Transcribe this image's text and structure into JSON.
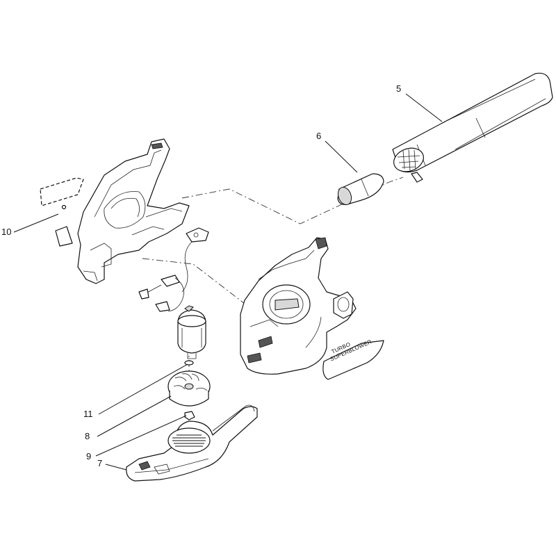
{
  "callouts": [
    {
      "id": "5",
      "text": "5"
    },
    {
      "id": "6",
      "text": "6"
    },
    {
      "id": "10",
      "text": "10"
    },
    {
      "id": "11",
      "text": "11"
    },
    {
      "id": "8",
      "text": "8"
    },
    {
      "id": "9",
      "text": "9"
    },
    {
      "id": "7",
      "text": "7"
    }
  ],
  "decal": {
    "line1": "TURBO",
    "line2": "SUPERBLOWER"
  }
}
